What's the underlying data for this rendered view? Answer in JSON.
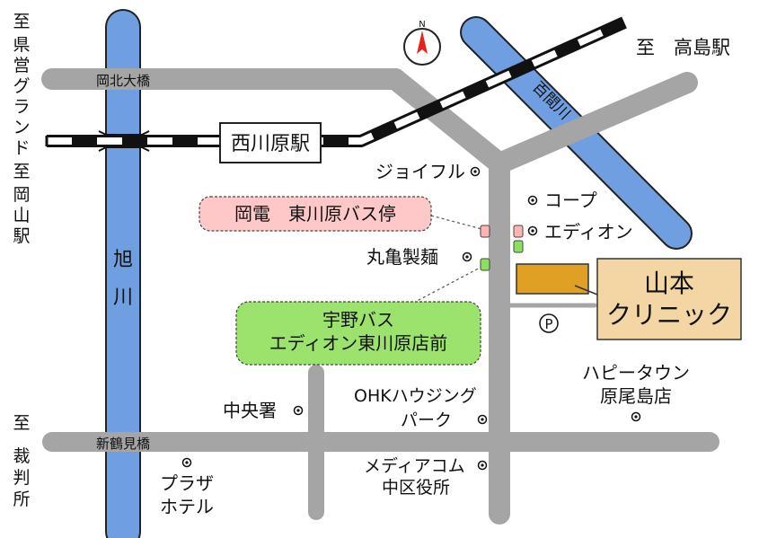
{
  "directions": {
    "north_left": [
      "至",
      "県",
      "営",
      "グ",
      "ラ",
      "ン",
      "ド",
      "至",
      "岡",
      "山",
      "駅"
    ],
    "south_left": [
      "至",
      "裁",
      "判",
      "所"
    ],
    "to_takashima": "至　高島駅"
  },
  "compass": {
    "letter": "N"
  },
  "rivers": {
    "asahi": [
      "旭",
      "川"
    ],
    "hyakken": "百間川"
  },
  "bridges": {
    "okakita": "岡北大橋",
    "shintsurumi": "新鶴見橋"
  },
  "station": {
    "name": "西川原駅"
  },
  "landmarks": {
    "joifuru": "ジョイフル",
    "coop": "コープ",
    "edion": "エディオン",
    "marugame": "丸亀製麺",
    "chuosho": "中央署",
    "ohk_1": "OHKハウジング",
    "ohk_2": "パーク",
    "happy_1": "ハピータウン",
    "happy_2": "原尾島店",
    "media_1": "メディアコム",
    "media_2": "中区役所",
    "plaza_1": "プラザ",
    "plaza_2": "ホテル",
    "parking": "P"
  },
  "bus_stops": {
    "okaden": "岡電　東川原バス停",
    "uno_1": "宇野バス",
    "uno_2": "エディオン東川原店前"
  },
  "clinic": {
    "line1": "山本",
    "line2": "クリニック"
  },
  "colors": {
    "road": "#a5a5a5",
    "river": "#6f9fe0",
    "clinic_bldg": "#dfa024",
    "clinic_box": "#f3d6a4",
    "clinic_text": "#ff0000",
    "okaden_fill": "#ffc8c8",
    "uno_fill": "#9be36c",
    "okaden_stop": "#ffb4b4",
    "uno_stop": "#8de05e"
  }
}
